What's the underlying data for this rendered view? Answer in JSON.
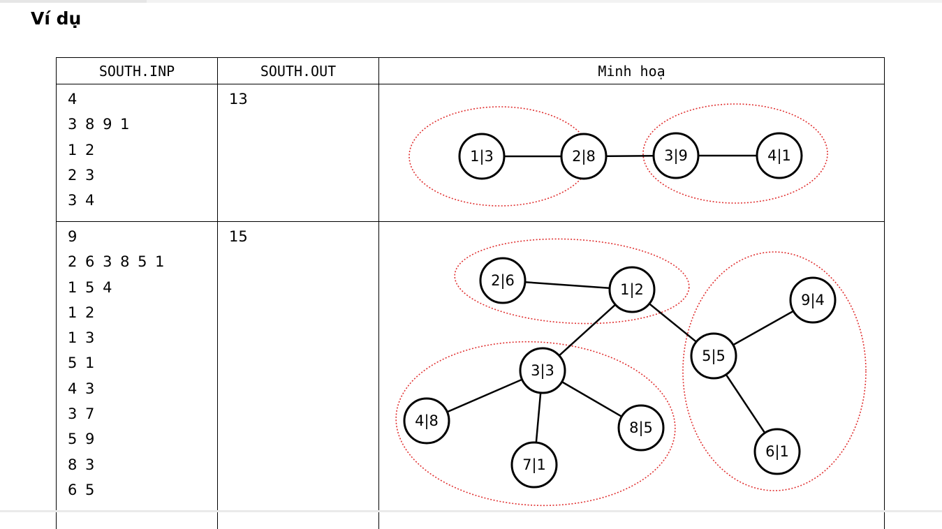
{
  "heading": "Ví dụ",
  "table": {
    "headers": [
      "SOUTH.INP",
      "SOUTH.OUT",
      "Minh hoạ"
    ],
    "rows": [
      {
        "input": [
          "4",
          "3 8 9 1",
          "1 2",
          "2 3",
          "3 4"
        ],
        "output": "13",
        "nodes": [
          "1|3",
          "2|8",
          "3|9",
          "4|1"
        ]
      },
      {
        "input": [
          "9",
          "2 6 3 8 5 1",
          "1 5 4",
          "1 2",
          "1 3",
          "5 1",
          "4 3",
          "3 7",
          "5 9",
          "8 3",
          "6 5"
        ],
        "output": "15",
        "nodes": [
          "2|6",
          "1|2",
          "9|4",
          "3|3",
          "5|5",
          "4|8",
          "8|5",
          "6|1",
          "7|1"
        ]
      }
    ]
  },
  "colors": {
    "group_outline": "#e03030",
    "edge": "#000000",
    "node_fill": "#ffffff"
  }
}
